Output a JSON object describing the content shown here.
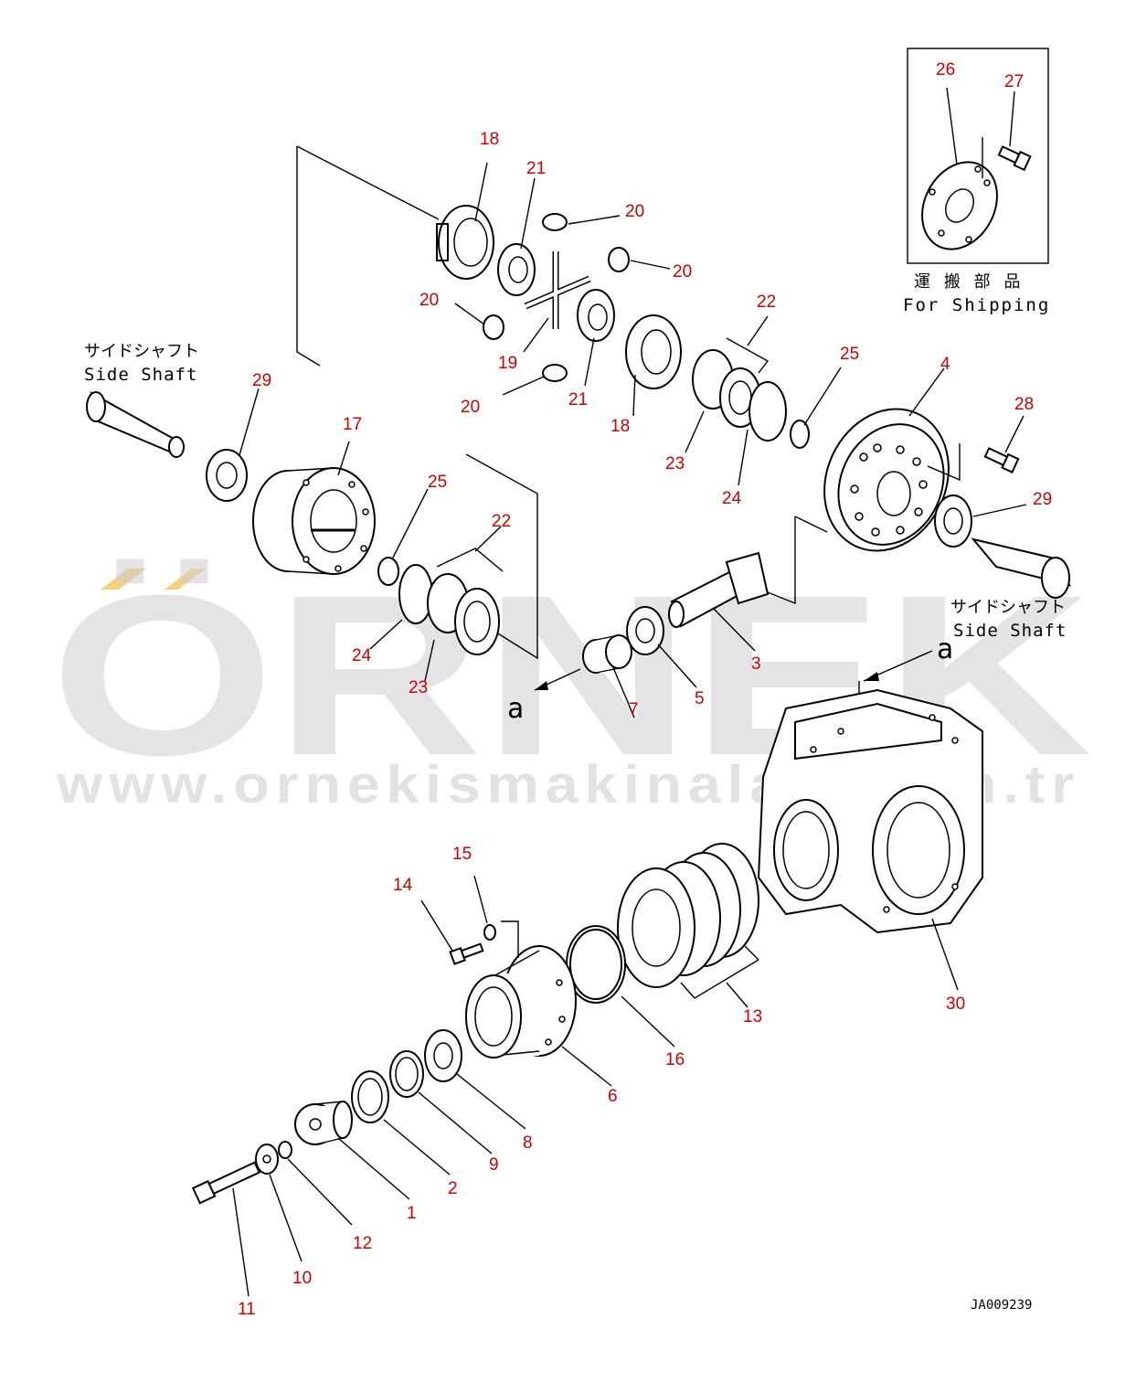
{
  "watermark": {
    "brand": "ÖRNEK",
    "url": "www.ornekismakinalari.com.tr",
    "accent_color": "#f3d27a",
    "text_color": "#cfcfd3"
  },
  "diagram_code": "JA009239",
  "shipping_box": {
    "label_jp": "運 搬 部 品",
    "label_en": "For Shipping"
  },
  "side_shaft_labels": {
    "left_jp": "サイドシャフト",
    "left_en": "Side Shaft",
    "right_jp": "サイドシャフト",
    "right_en": "Side Shaft"
  },
  "view_markers": {
    "left": "a",
    "right": "a"
  },
  "callouts": {
    "c26": "26",
    "c27": "27",
    "c18a": "18",
    "c21a": "21",
    "c20a": "20",
    "c20b": "20",
    "c20c": "20",
    "c19": "19",
    "c20d": "20",
    "c21b": "21",
    "c18b": "18",
    "c22a": "22",
    "c23a": "23",
    "c24a": "24",
    "c25a": "25",
    "c4": "4",
    "c28": "28",
    "c29a": "29",
    "c29b": "29",
    "c17": "17",
    "c25b": "25",
    "c22b": "22",
    "c24b": "24",
    "c23b": "23",
    "c3": "3",
    "c5": "5",
    "c7": "7",
    "c15": "15",
    "c14": "14",
    "c13": "13",
    "c30": "30",
    "c16": "16",
    "c6": "6",
    "c8": "8",
    "c9": "9",
    "c2": "2",
    "c1": "1",
    "c12": "12",
    "c10": "10",
    "c11": "11"
  },
  "colors": {
    "callout": "#cc0000",
    "line": "#000000"
  }
}
